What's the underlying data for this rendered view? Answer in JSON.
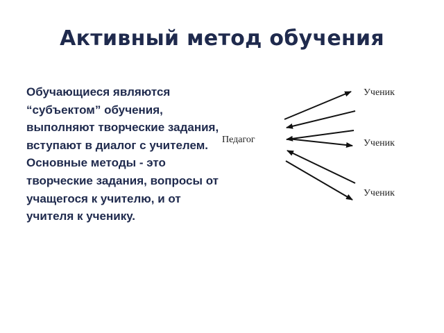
{
  "slide": {
    "title": "Активный метод обучения",
    "paragraphs": [
      "Обучающиеся являются “субъектом” обучения, выполняют творческие задания, вступают в диалог с учителем.",
      "Основные методы - это творческие задания, вопросы от учащегося к учителю, и от учителя к ученику."
    ]
  },
  "diagram": {
    "teacher_label": "Педагог",
    "student_labels": [
      "Ученик",
      "Ученик",
      "Ученик"
    ]
  }
}
